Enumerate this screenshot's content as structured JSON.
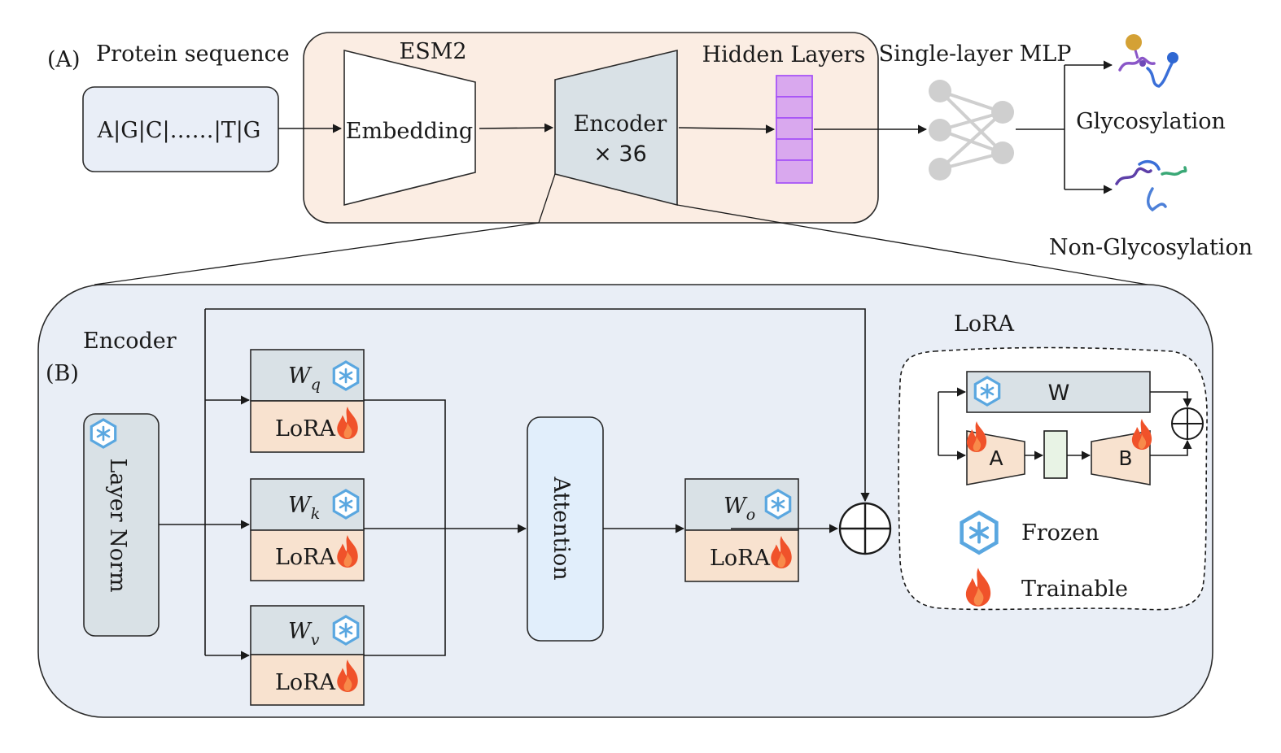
{
  "panel_a": {
    "label": "(A)",
    "input_title": "Protein sequence",
    "sequence": "A|G|C|……|T|G",
    "esm2_title": "ESM2",
    "embedding_label": "Embedding",
    "encoder_label": "Encoder",
    "encoder_repeat": "× 36",
    "hidden_layers_title": "Hidden Layers",
    "mlp_title": "Single-layer MLP",
    "output_positive": "Glycosylation",
    "output_negative": "Non-Glycosylation"
  },
  "panel_b": {
    "label": "(B)",
    "encoder_title": "Encoder",
    "layer_norm_label": "Layer Norm",
    "attention_label": "Attention",
    "lora_label": "LoRA",
    "weights": {
      "q_base": "W",
      "q_sub": "q",
      "k_base": "W",
      "k_sub": "k",
      "v_base": "W",
      "v_sub": "v",
      "o_base": "W",
      "o_sub": "o"
    }
  },
  "lora_detail": {
    "title": "LoRA",
    "w_label": "W",
    "a_label": "A",
    "b_label": "B",
    "legend_frozen": "Frozen",
    "legend_trainable": "Trainable"
  },
  "colors": {
    "esm2_bg": "#fbede3",
    "input_bg": "#e9eef7",
    "panel_b_bg": "#e9eef6",
    "weight_bg": "#d9e1e6",
    "lora_bg": "#f8e2cf",
    "attention_bg": "#e1eefb",
    "hidden_fill": "#d9a8ee",
    "hidden_stroke": "#a855f7",
    "frozen_icon": "#5aa7e0",
    "trainable_icon": "#f0522a",
    "mlp_node": "#cfcfcf"
  },
  "icons": [
    "snowflake-icon",
    "flame-icon",
    "neural-network-icon",
    "glycoprotein-icon",
    "protein-chain-icon",
    "add-operator-icon"
  ]
}
